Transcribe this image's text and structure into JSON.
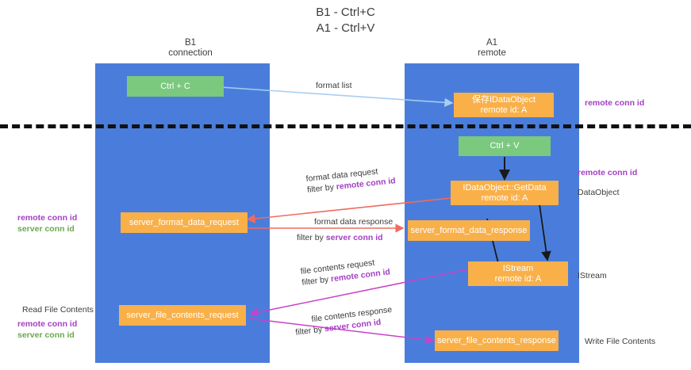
{
  "title": {
    "line1": "B1 - Ctrl+C",
    "line2": "A1 - Ctrl+V"
  },
  "lanes": [
    {
      "id": "b1",
      "name": "B1",
      "sub": "connection"
    },
    {
      "id": "a1",
      "name": "A1",
      "sub": "remote"
    }
  ],
  "boxes": {
    "ctrl_c": {
      "label": "Ctrl + C",
      "color": "#7bc97f"
    },
    "ctrl_v": {
      "label": "Ctrl + V",
      "color": "#7bc97f"
    },
    "save_dataobject": {
      "line1": "保存IDataObject",
      "line2": "remote id: A",
      "color": "#f9b049"
    },
    "getdata": {
      "line1": "IDataObject::GetData",
      "line2": "remote id: A",
      "color": "#f9b049"
    },
    "istream": {
      "line1": "IStream",
      "line2": "remote id: A",
      "color": "#f9b049"
    },
    "server_format_data_request": {
      "label": "server_format_data_request",
      "color": "#f9b049"
    },
    "server_format_data_response": {
      "label": "server_format_data_response",
      "color": "#f9b049"
    },
    "server_file_contents_request": {
      "label": "server_file_contents_request",
      "color": "#f9b049"
    },
    "server_file_contents_response": {
      "label": "server_file_contents_response",
      "color": "#f9b049"
    }
  },
  "edge_labels": {
    "format_list": "format list",
    "format_data_request": "format data request",
    "format_data_request_filter_prefix": "filter by ",
    "format_data_request_filter_key": "remote conn id",
    "format_data_response": "format data response",
    "format_data_response_filter_prefix": "filter by ",
    "format_data_response_filter_key": "server conn id",
    "file_contents_request": "file contents request",
    "file_contents_request_filter_prefix": "filter by ",
    "file_contents_request_filter_key": "remote conn id",
    "file_contents_response": "file contents response",
    "file_contents_response_filter_prefix": "filter by ",
    "file_contents_response_filter_key": "server conn id"
  },
  "annotations": {
    "right_remote_conn_id_top": "remote conn id",
    "right_remote_conn_id_mid": "remote conn id",
    "right_dataobject": "DataObject",
    "right_istream": "IStream",
    "right_write_file_contents": "Write File Contents",
    "left_remote_conn_id": "remote conn id",
    "left_server_conn_id": "server conn id",
    "left_read_file_contents": "Read File Contents",
    "left_remote_conn_id_2": "remote conn id",
    "left_server_conn_id_2": "server conn id"
  },
  "colors": {
    "lane": "#4a7ddb",
    "orange": "#f9b049",
    "green": "#7bc97f",
    "purple": "#a33fc4",
    "green_text": "#6aa84f",
    "arrow_blue": "#a8cdf0",
    "arrow_red": "#ef6b5e",
    "arrow_magenta": "#c941c9",
    "arrow_black": "#1a1a1a",
    "divider": "#111111"
  }
}
